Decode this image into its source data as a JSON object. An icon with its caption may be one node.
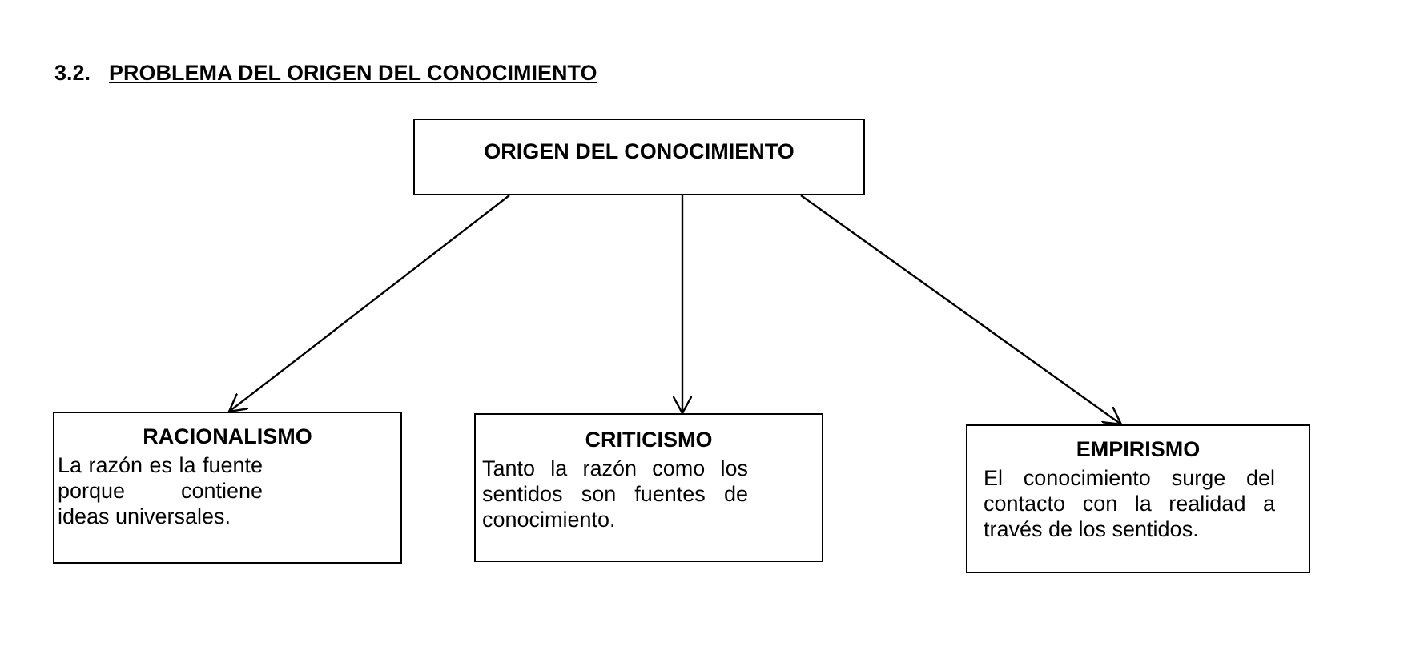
{
  "diagram": {
    "title": "PROBLEMA DEL ORIGEN DEL CONOCIMIENTO",
    "nodes": [
      {
        "text": [
          "ORIGEN DEL CONOCIMIENTO"
        ]
      },
      {
        "text": [
          "RACIONALISMO",
          "La razón es la fuente porque contiene ideas universales."
        ]
      },
      {
        "text": [
          "CRITICISMO",
          "Tanto la razón como los sentidos son fuentes de conocimiento."
        ]
      },
      {
        "text": [
          "EMPIRISMO",
          "El conocimiento surge del contacto con la realidad a través de los sentidos."
        ]
      }
    ],
    "edges": [
      {
        "from": 0,
        "to": 1,
        "arrow": "to"
      },
      {
        "from": 0,
        "to": 2,
        "arrow": "to"
      },
      {
        "from": 0,
        "to": 3,
        "arrow": "to"
      }
    ],
    "labels": [
      "3.2."
    ]
  }
}
